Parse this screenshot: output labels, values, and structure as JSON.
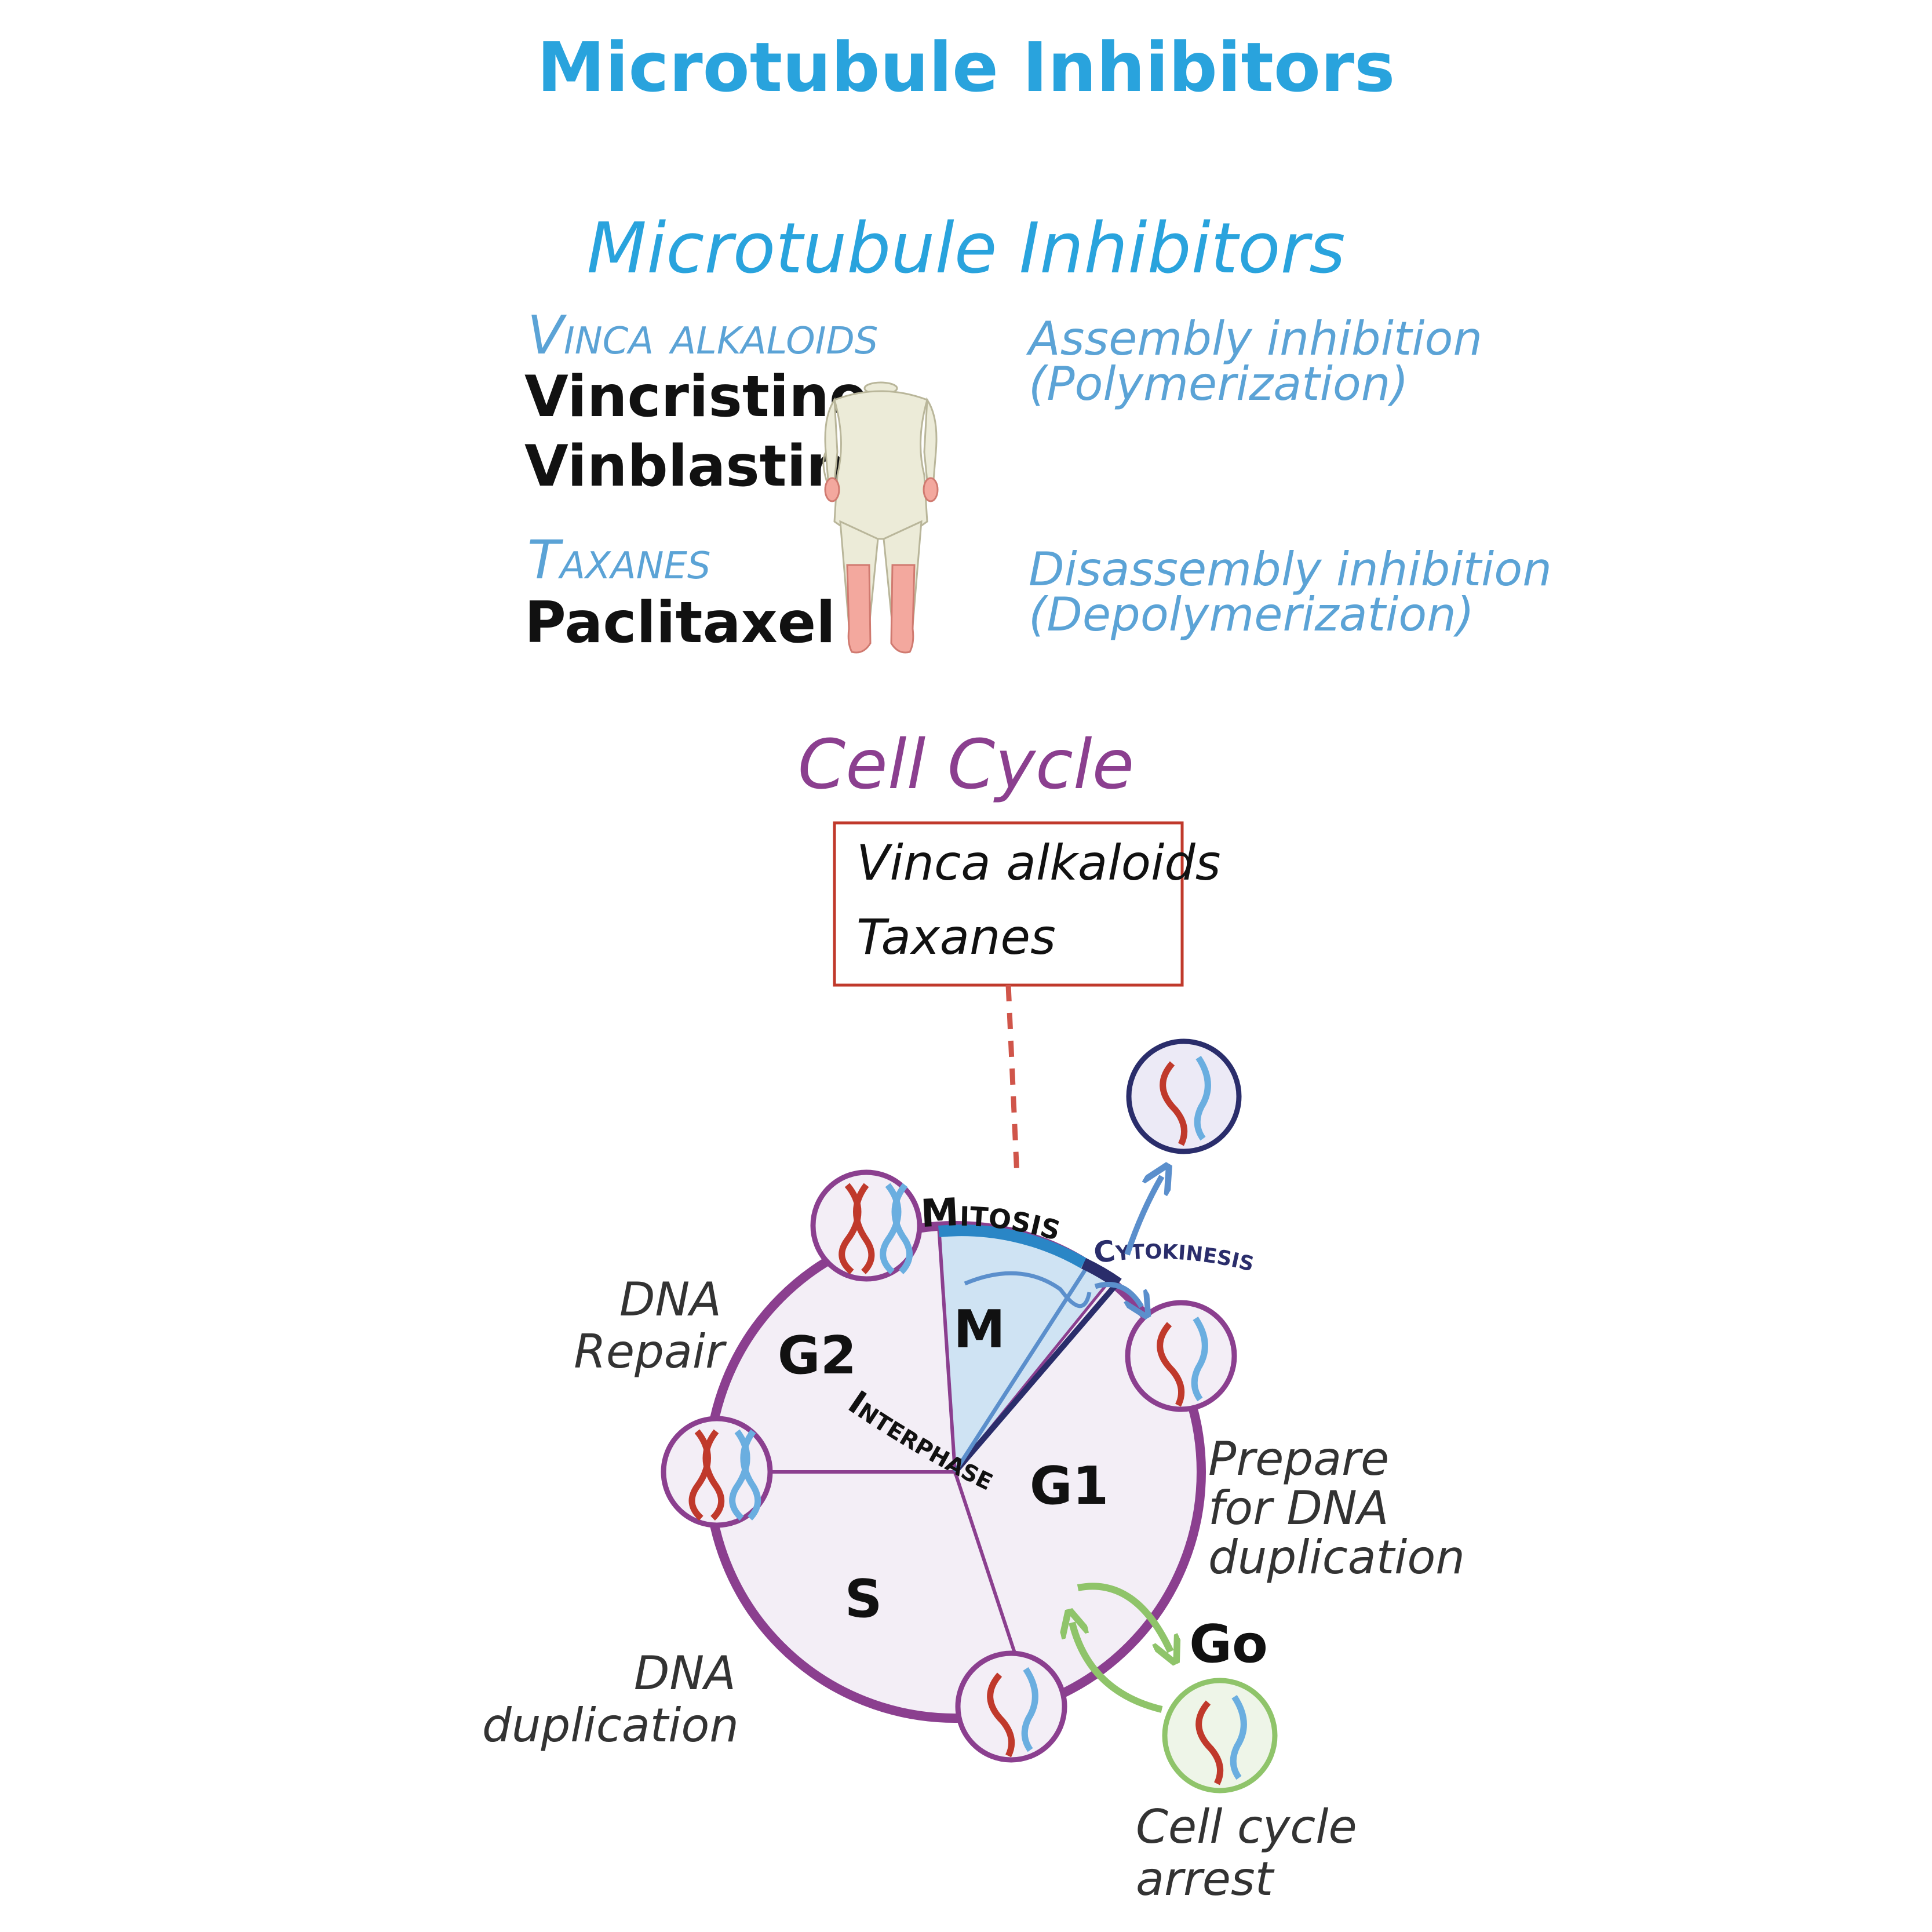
{
  "page_title": "Microtubule Inhibitors",
  "section_title": "Microtubule Inhibitors",
  "groups": [
    {
      "class_name": "Vinca alkaloids",
      "drugs": [
        "Vincristine",
        "Vinblastine"
      ],
      "mechanism_line1": "Assembly inhibition",
      "mechanism_line2": "(Polymerization)"
    },
    {
      "class_name": "Taxanes",
      "drugs": [
        "Paclitaxel"
      ],
      "mechanism_line1": "Disassembly inhibition",
      "mechanism_line2": "(Depolymerization)"
    }
  ],
  "cell_cycle": {
    "title": "Cell Cycle",
    "target_box": [
      "Vinca alkaloids",
      "Taxanes"
    ],
    "phases": {
      "m": "M",
      "g1": "G1",
      "g2": "G2",
      "s": "S",
      "g0": "Go"
    },
    "arc_labels": {
      "mitosis": "Mitosis",
      "cytokinesis": "Cytokinesis",
      "interphase": "Interphase"
    },
    "notes": {
      "g2": [
        "DNA",
        "Repair"
      ],
      "g1": [
        "Prepare",
        "for DNA",
        "duplication"
      ],
      "s": [
        "DNA",
        "duplication"
      ],
      "g0": [
        "Cell cycle",
        "arrest"
      ]
    }
  },
  "colors": {
    "title_blue": "#29a3dd",
    "class_blue": "#5ba3d6",
    "purple": "#8b3f8f",
    "red": "#c0392b",
    "navy": "#2a2d6b",
    "green": "#8fc46a",
    "cell_fill": "#f3eef6"
  }
}
